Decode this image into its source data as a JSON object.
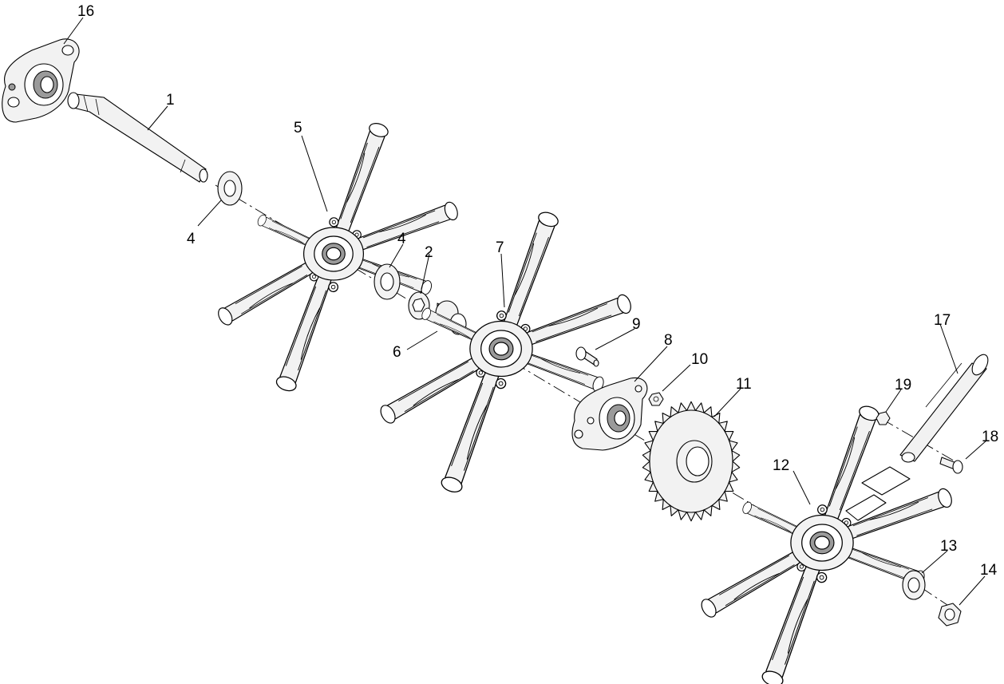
{
  "callouts": {
    "c1": "1",
    "c2": "2",
    "c4a": "4",
    "c4b": "4",
    "c5": "5",
    "c6": "6",
    "c7": "7",
    "c8": "8",
    "c9": "9",
    "c10": "10",
    "c11": "11",
    "c12": "12",
    "c13": "13",
    "c14": "14",
    "c16": "16",
    "c17": "17",
    "c18": "18",
    "c19": "19"
  }
}
